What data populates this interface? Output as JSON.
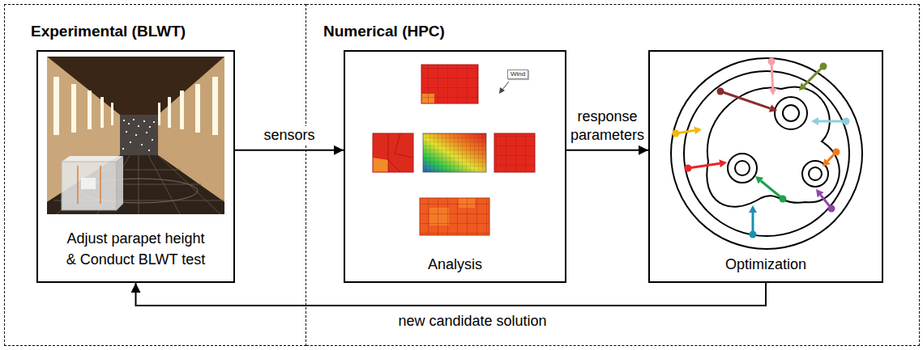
{
  "diagram": {
    "nodes": [
      {
        "text": [
          "Experimental (BLWT)"
        ]
      },
      {
        "text": [
          "Adjust parapet height & Conduct BLWT test"
        ],
        "in": 0
      },
      {
        "text": [
          "Numerical (HPC)"
        ]
      },
      {
        "text": [
          "Analysis"
        ],
        "in": 2
      },
      {
        "text": [
          "Optimization"
        ],
        "in": 2
      }
    ],
    "edges": [
      {
        "from": 1,
        "to": 3,
        "label": "sensors",
        "arrow": "to"
      },
      {
        "from": 3,
        "to": 4,
        "label": "response parameters",
        "arrow": "to"
      },
      {
        "from": 4,
        "to": 1,
        "label": "new candidate solution",
        "arrow": "to"
      }
    ],
    "labels": [
      "Wind"
    ]
  }
}
